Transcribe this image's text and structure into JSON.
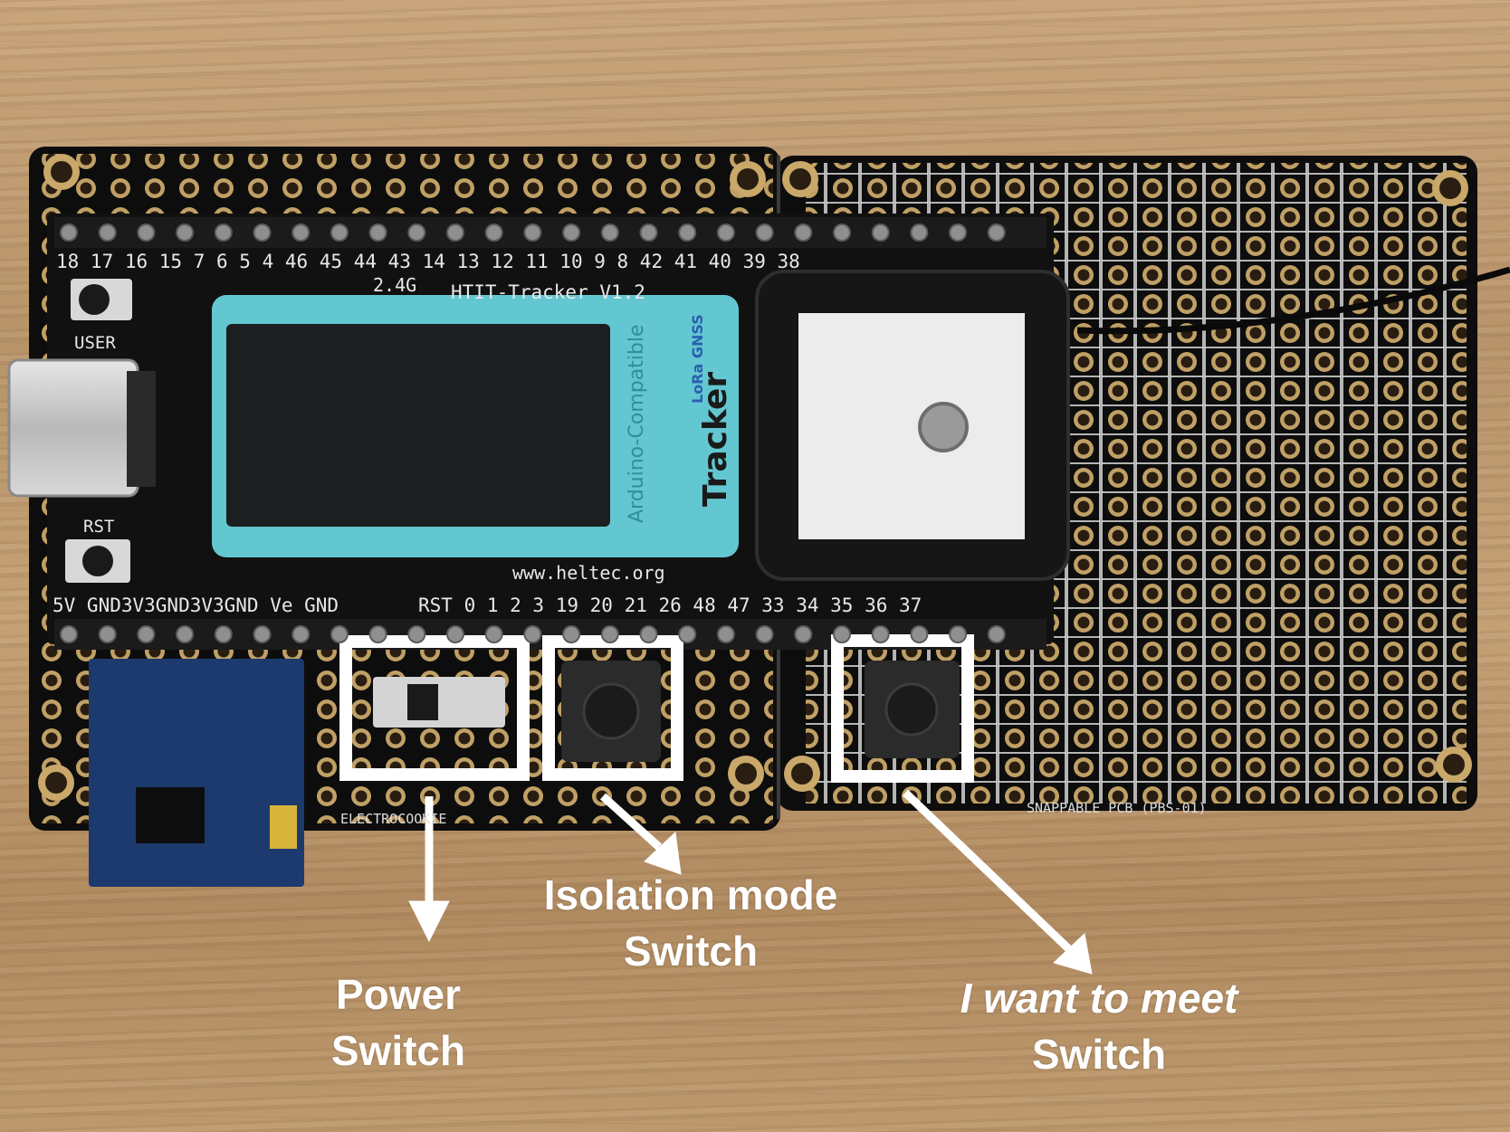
{
  "board": {
    "top_pins": [
      "18",
      "17",
      "16",
      "15",
      "7",
      "6",
      "5",
      "4",
      "",
      "46",
      "45",
      "44",
      "43",
      "14",
      "13",
      "12",
      "11",
      "10",
      "9",
      "8",
      "42",
      "41",
      "40",
      "39",
      "38"
    ],
    "bottom_pins_left": "5V GND3V3GND3V3GND Ve GND",
    "bottom_pins_right": [
      "RST",
      "0",
      "1",
      "2",
      "3",
      "19",
      "20",
      "21",
      "26",
      "48",
      "47",
      "33",
      "34",
      "35",
      "36",
      "37"
    ],
    "antenna_label": "2.4G",
    "board_name": "HTIT-Tracker V1.2",
    "website": "www.heltec.org",
    "user_button_label": "USER",
    "rst_button_label": "RST",
    "module_brand_small": "LoRa GNSS",
    "module_brand_big": "Tracker",
    "module_sub": "Arduino-Compatible",
    "left_pcb_label": "ELECTROCOOKIE",
    "right_pcb_label": "SNAPPABLE PCB (PBS-01)"
  },
  "callouts": {
    "power": {
      "line1": "Power",
      "line2": "Switch"
    },
    "isolation": {
      "line1": "Isolation mode",
      "line2": "Switch"
    },
    "meet": {
      "line1": "I want to meet",
      "line2": "Switch"
    }
  },
  "colors": {
    "pcb": "#0d0d0d",
    "module": "#63c7d1",
    "callout": "#ffffff",
    "gold_pad": "#c9a86a"
  }
}
